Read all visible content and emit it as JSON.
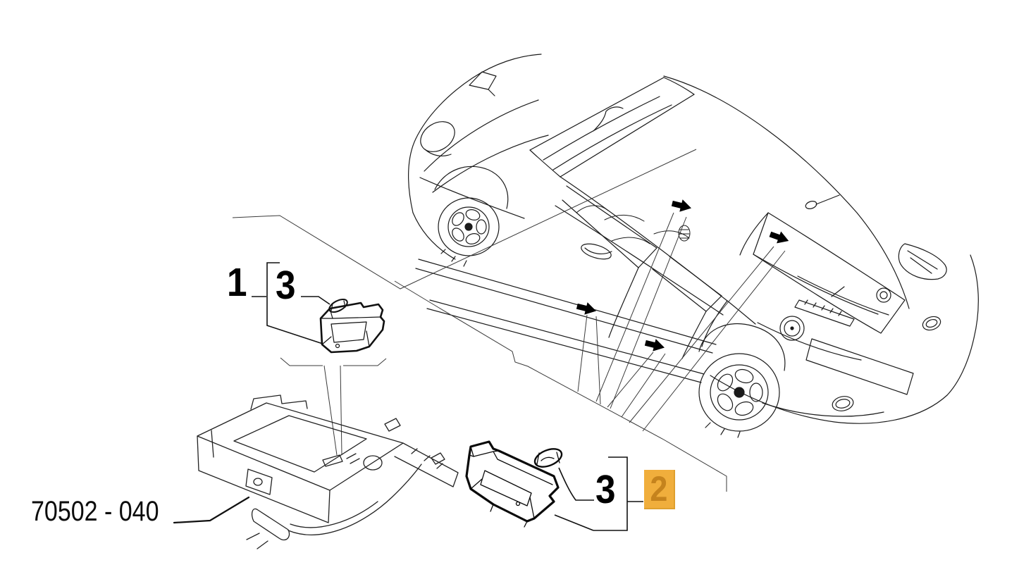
{
  "diagram": {
    "part_ref": {
      "label": "70502 - 040"
    },
    "callouts": [
      {
        "id": "callout-1",
        "label": "1",
        "selected": false
      },
      {
        "id": "callout-3-upper",
        "label": "3",
        "selected": false
      },
      {
        "id": "callout-3-lower",
        "label": "3",
        "selected": false
      },
      {
        "id": "callout-2",
        "label": "2",
        "selected": true
      }
    ]
  },
  "colors": {
    "background": "#ffffff",
    "line": "#1b1b1b",
    "highlight_bg": "#F0AE3C",
    "highlight_text": "#C5831D"
  }
}
